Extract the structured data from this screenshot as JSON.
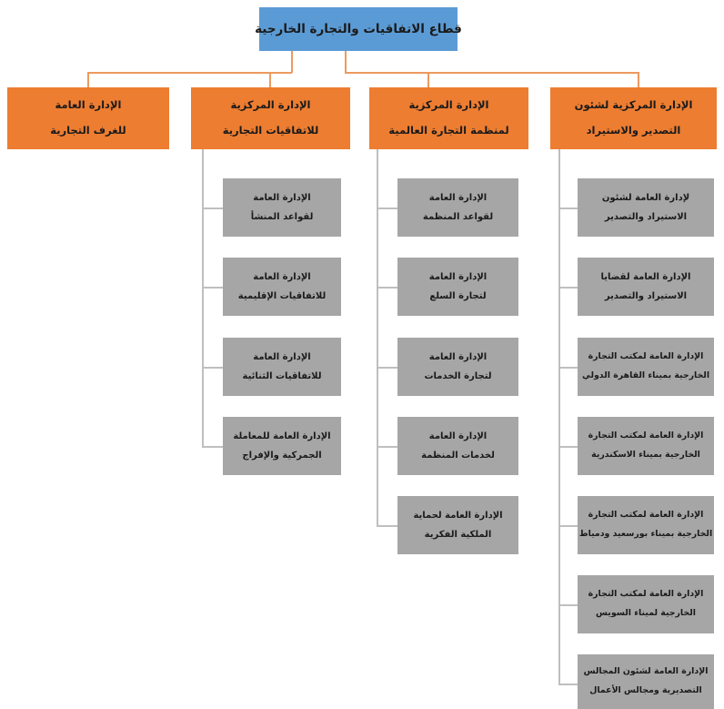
{
  "diagram": {
    "title_root": "قطاع الاتفاقيات والتجارة الخارجية",
    "colors": {
      "root_fill": "#5b9bd5",
      "department_fill": "#ed7d31",
      "unit_fill": "#a6a6a6",
      "connector_orange": "#ed9a5f",
      "connector_grey": "#bfbfbf",
      "background": "#ffffff",
      "text": "#1a1a1a"
    },
    "root": {
      "lines": [
        "قطاع الاتفاقيات والتجارة الخارجية"
      ]
    },
    "departments": [
      {
        "id": "chambers",
        "lines": [
          "الإدارة العامة",
          "للغرف التجارية"
        ],
        "units": []
      },
      {
        "id": "trade-agreements",
        "lines": [
          "الإدارة المركزية",
          "للاتفاقيات التجارية"
        ],
        "units": [
          {
            "lines": [
              "الإدارة العامة",
              "لقواعد المنشأ"
            ]
          },
          {
            "lines": [
              "الإدارة العامة",
              "للاتفاقيات الإقليمية"
            ]
          },
          {
            "lines": [
              "الإدارة العامة",
              "للاتفاقيات الثنائية"
            ]
          },
          {
            "lines": [
              "الإدارة العامة للمعاملة",
              "الجمركية والإفراج"
            ]
          }
        ]
      },
      {
        "id": "wto",
        "lines": [
          "الإدارة المركزية",
          "لمنظمة التجارة العالمية"
        ],
        "units": [
          {
            "lines": [
              "الإدارة العامة",
              "لقواعد المنظمة"
            ]
          },
          {
            "lines": [
              "الإدارة العامة",
              "لتجارة السلع"
            ]
          },
          {
            "lines": [
              "الإدارة العامة",
              "لتجارة الخدمات"
            ]
          },
          {
            "lines": [
              "الإدارة العامة",
              "لخدمات المنظمة"
            ]
          },
          {
            "lines": [
              "الإدارة العامة لحماية",
              "الملكية الفكرية"
            ]
          }
        ]
      },
      {
        "id": "export-import",
        "lines": [
          "الإدارة المركزية لشئون",
          "التصدير والاستيراد"
        ],
        "units": [
          {
            "lines": [
              "لإدارة العامة لشئون",
              "الاستيراد والتصدير"
            ]
          },
          {
            "lines": [
              "الإدارة العامة لقضايا",
              "الاستيراد والتصدير"
            ]
          },
          {
            "lines": [
              "الإدارة العامة لمكتب التجارة",
              "الخارجية بميناء القاهرة الدولي"
            ],
            "tight": true
          },
          {
            "lines": [
              "الإدارة العامة لمكتب التجارة",
              "الخارجية بميناء الاسكندرية"
            ],
            "tight": true
          },
          {
            "lines": [
              "الإدارة العامة لمكتب التجارة",
              "الخارجية بميناء بورسعيد ودمياط"
            ],
            "tight": true
          },
          {
            "lines": [
              "الإدارة العامة لمكتب التجارة",
              "الخارجية لميناء السويس"
            ],
            "tight": true
          },
          {
            "lines": [
              "الإدارة العامة لشئون المجالس",
              "التصديرية ومجالس الأعمال"
            ],
            "tight": true
          }
        ]
      }
    ]
  }
}
